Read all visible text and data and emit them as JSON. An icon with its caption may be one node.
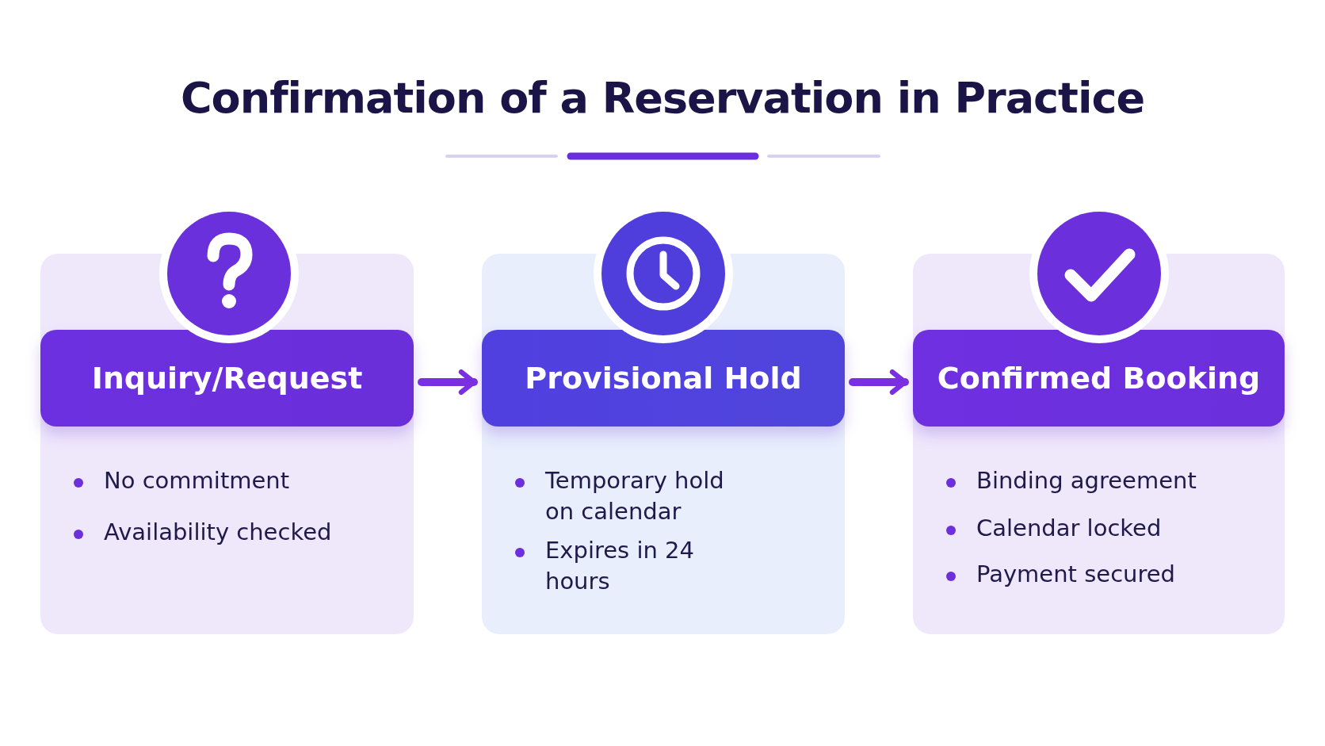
{
  "diagram": {
    "title": "Confirmation of a **Reservation** in Practice",
    "nodes": [
      {
        "text": [
          "Inquiry/Request",
          "No commitment",
          "Availability checked"
        ]
      },
      {
        "text": [
          "Provisional Hold",
          "Temporary hold on calendar",
          "Expires in 24 hours"
        ]
      },
      {
        "text": [
          "Confirmed Booking",
          "Binding agreement",
          "Calendar locked",
          "Payment secured"
        ]
      }
    ],
    "edges": [
      {
        "from": 0,
        "to": 1,
        "arrow": "to"
      },
      {
        "from": 1,
        "to": 2,
        "arrow": "to"
      }
    ]
  }
}
